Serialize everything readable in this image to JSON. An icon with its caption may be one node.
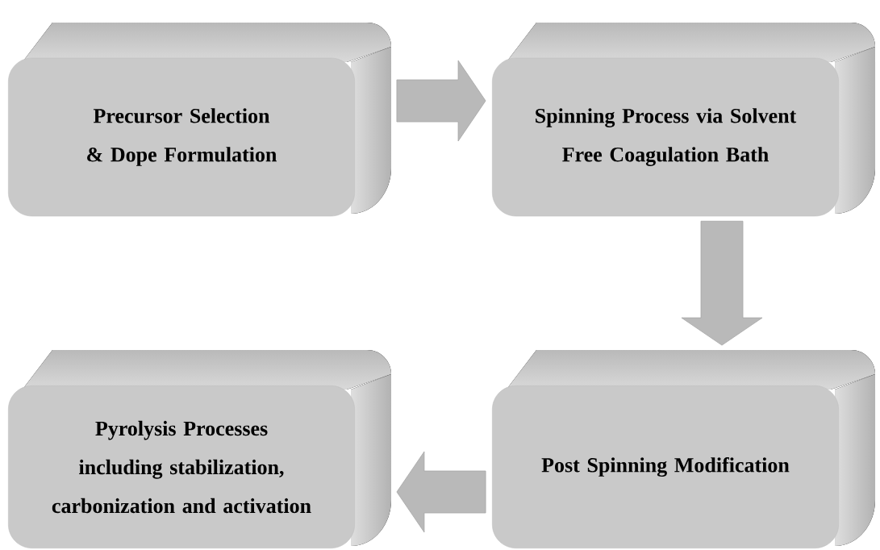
{
  "diagram": {
    "nodes": [
      {
        "text": [
          "Precursor Selection & Dope Formulation"
        ]
      },
      {
        "text": [
          "Spinning Process via Solvent Free Coagulation Bath"
        ]
      },
      {
        "text": [
          "Post Spinning Modification"
        ]
      },
      {
        "text": [
          "Pyrolysis Processes including stabilization, carbonization and activation"
        ]
      }
    ],
    "edges": [
      {
        "from": 0,
        "to": 1,
        "arrow": "to"
      },
      {
        "from": 1,
        "to": 2,
        "arrow": "to"
      },
      {
        "from": 2,
        "to": 3,
        "arrow": "to"
      }
    ]
  }
}
